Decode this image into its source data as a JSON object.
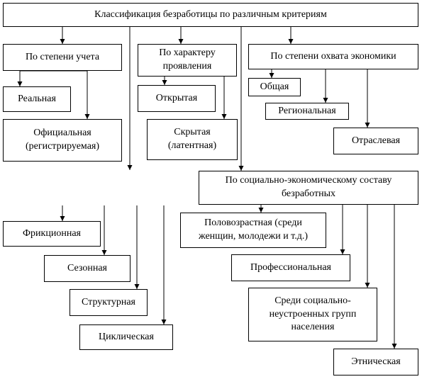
{
  "diagram": {
    "title": "Классификация безработицы по различным критериям",
    "by_accounting": {
      "label": "По степени учета",
      "children": [
        "Реальная",
        "Официальная\n(регистрируемая)"
      ]
    },
    "by_manifestation": {
      "label": "По характеру\nпроявления",
      "children": [
        "Открытая",
        "Скрытая\n(латентная)"
      ]
    },
    "by_coverage": {
      "label": "По степени охвата экономики",
      "children": [
        "Общая",
        "Региональная",
        "Отраслевая"
      ]
    },
    "by_cause": {
      "children": [
        "Фрикционная",
        "Сезонная",
        "Структурная",
        "Циклическая"
      ]
    },
    "by_social": {
      "label": "По социально-экономическому составу\nбезработных",
      "children": [
        "Половозрастная (среди\nженщин, молодежи и т.д.)",
        "Профессиональная",
        "Среди социально-\nнеустроенных групп\nнаселения",
        "Этническая"
      ]
    }
  }
}
